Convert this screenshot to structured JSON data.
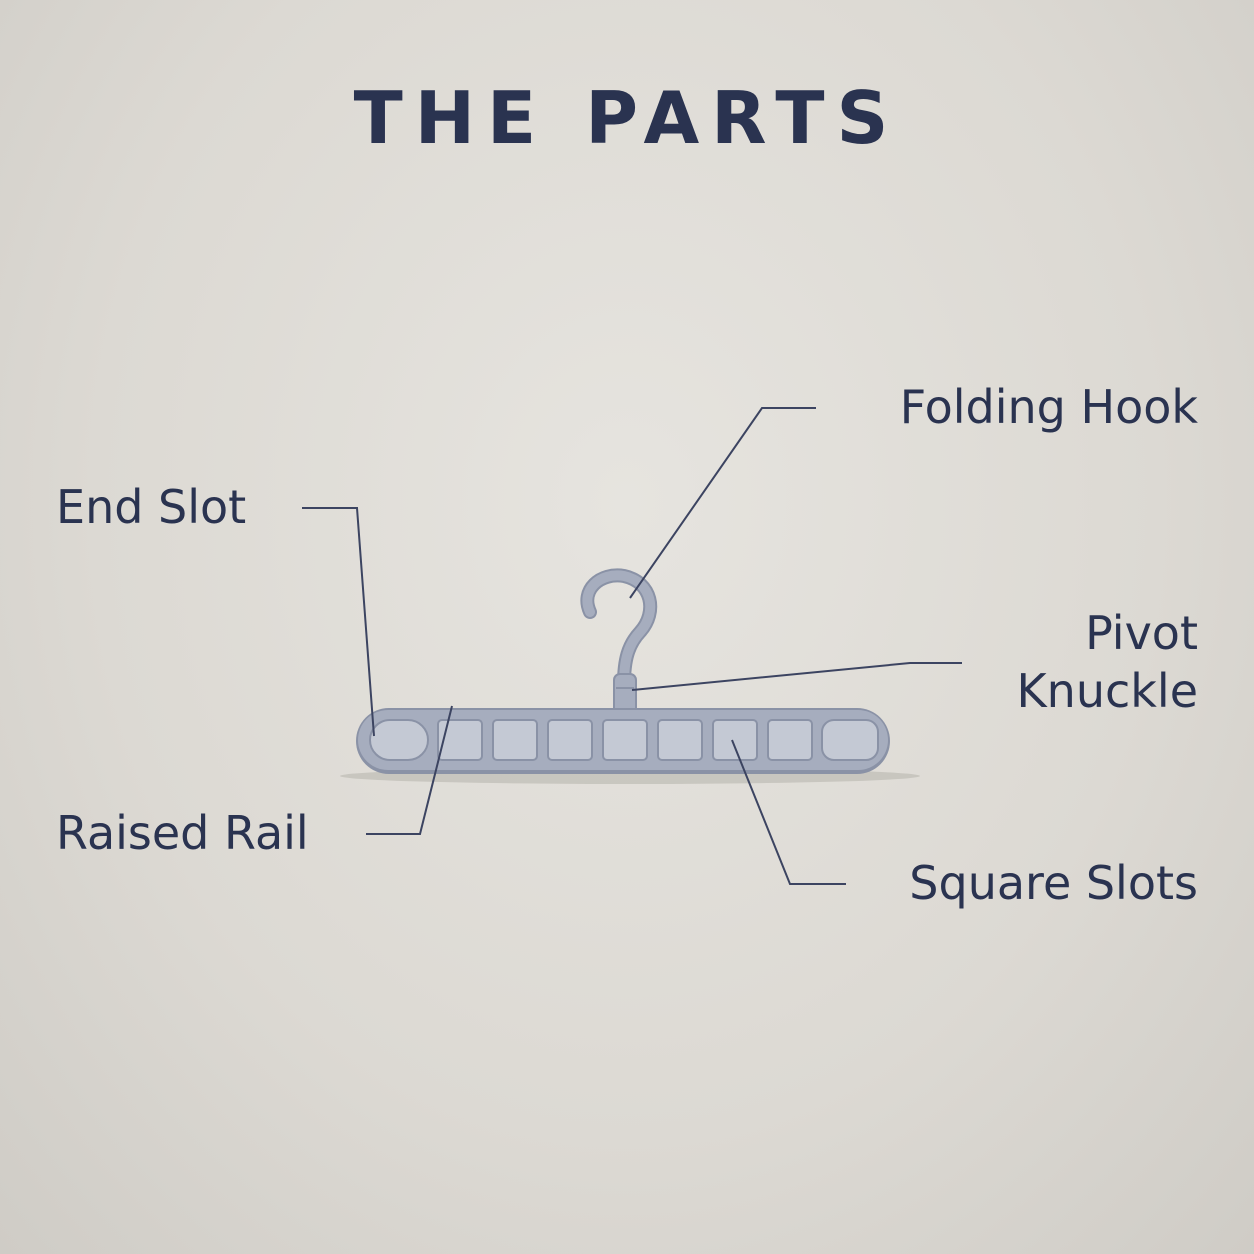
{
  "title": "THE PARTS",
  "labels": {
    "folding_hook": "Folding Hook",
    "end_slot": "End Slot",
    "pivot_knuckle_line1": "Pivot",
    "pivot_knuckle_line2": "Knuckle",
    "raised_rail": "Raised Rail",
    "square_slots": "Square Slots"
  },
  "colors": {
    "text": "#2a3350",
    "leader_line": "#3c4461",
    "hanger_body": "#a6adbe",
    "hanger_slot": "#c4c9d4",
    "hanger_edge": "#8a92a6"
  }
}
